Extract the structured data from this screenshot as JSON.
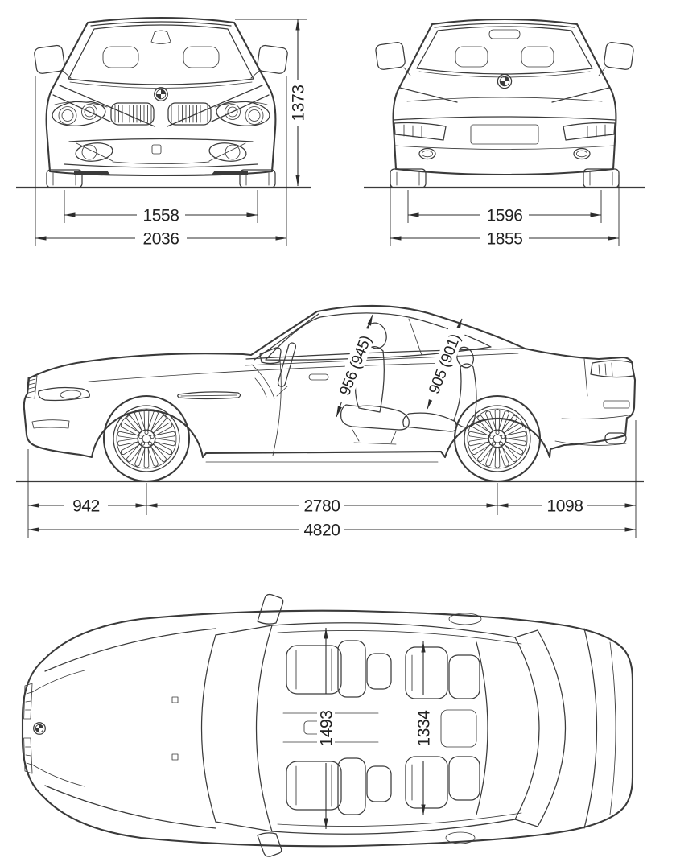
{
  "colors": {
    "background": "#ffffff",
    "line_color": "#3a3a3a",
    "dimension_color": "#2c2c2c",
    "text_color": "#222222"
  },
  "dimensions": {
    "front": {
      "height": "1373",
      "track": "1558",
      "width_with_mirrors": "2036"
    },
    "rear": {
      "track": "1596",
      "body_width": "1855"
    },
    "side": {
      "front_overhang": "942",
      "wheelbase": "2780",
      "rear_overhang": "1098",
      "overall_length": "4820",
      "front_headroom": "956 (945)",
      "rear_headroom": "905 (901)"
    },
    "top": {
      "front_interior_width": "1493",
      "rear_interior_width": "1334"
    }
  }
}
